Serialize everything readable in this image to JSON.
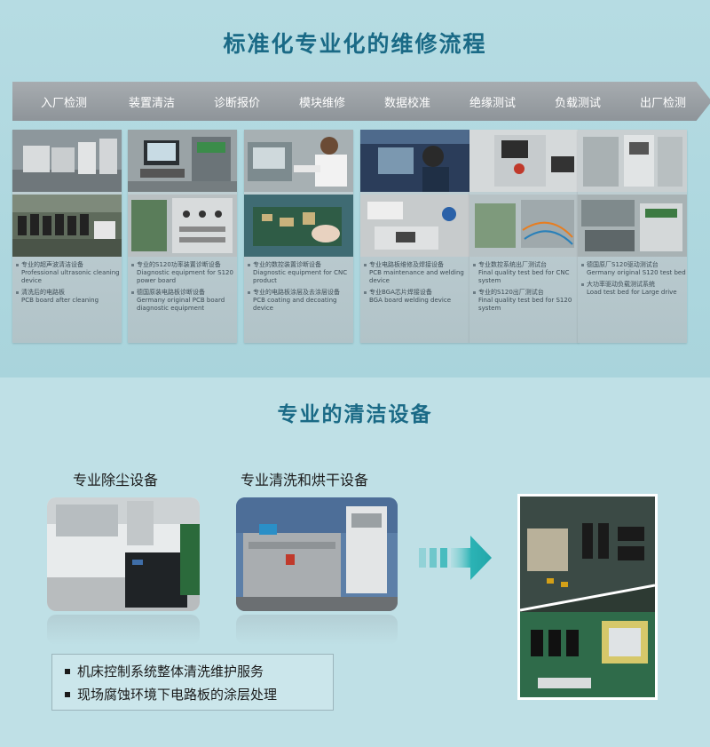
{
  "process": {
    "title": "标准化专业化的维修流程",
    "steps": [
      "入厂检测",
      "装置清洁",
      "诊断报价",
      "模块维修",
      "数据校准",
      "绝缘测试",
      "负载测试",
      "出厂检测"
    ]
  },
  "columns": [
    {
      "captions": [
        {
          "cn": "专业的超声波清洁设备",
          "en": "Professional ultrasonic cleaning device"
        },
        {
          "cn": "清洗后的电路板",
          "en": "PCB board after cleaning"
        }
      ]
    },
    {
      "captions": [
        {
          "cn": "专业的S120功率装置诊断设备",
          "en": "Diagnostic equipment for S120 power board"
        },
        {
          "cn": "德国原装电路板诊断设备",
          "en": "Germany original PCB board diagnostic equipment"
        }
      ]
    },
    {
      "captions": [
        {
          "cn": "专业的数控装置诊断设备",
          "en": "Diagnostic equipment for CNC product"
        },
        {
          "cn": "专业的电路板涂层及去涂层设备",
          "en": "PCB coating and decoating device"
        }
      ]
    },
    {
      "captions": [
        {
          "cn": "专业电路板维修及焊接设备",
          "en": "PCB maintenance and welding device"
        },
        {
          "cn": "专业BGA芯片焊接设备",
          "en": "BGA board welding device"
        }
      ]
    },
    {
      "captions": [
        {
          "cn": "专业数控系统出厂测试台",
          "en": "Final quality test bed for CNC system"
        },
        {
          "cn": "专业的S120出厂测试台",
          "en": "Final quality test bed for S120 system"
        }
      ]
    },
    {
      "captions": [
        {
          "cn": "德国原厂S120驱动测试台",
          "en": "Germany original S120 test bed"
        },
        {
          "cn": "大功率驱动负载测试系统",
          "en": "Load test bed for Large drive"
        }
      ]
    }
  ],
  "cleaning": {
    "title": "专业的清洁设备",
    "dust_label": "专业除尘设备",
    "wash_label": "专业清洗和烘干设备",
    "services": [
      "机床控制系统整体清洗维护服务",
      "现场腐蚀环境下电路板的涂层处理"
    ]
  },
  "colors": {
    "title": "#1a6a86",
    "step_fill": "#999fa4",
    "arrow": "#2bb3b5"
  }
}
